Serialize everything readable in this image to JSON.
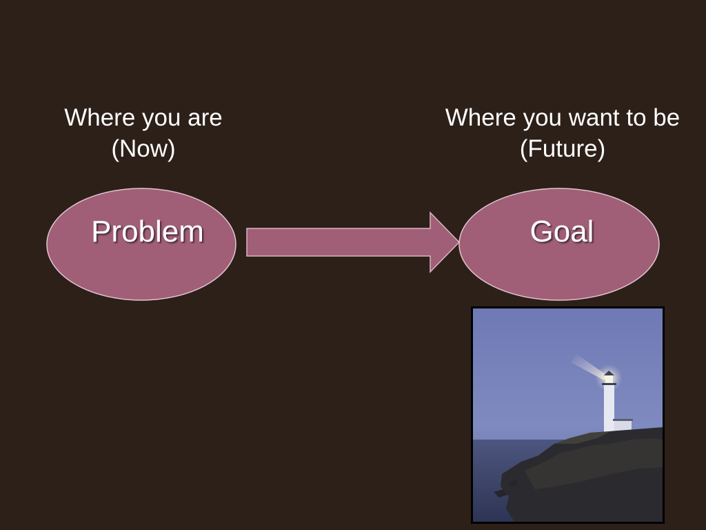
{
  "now": {
    "line1": "Where you are",
    "line2": "(Now)"
  },
  "future": {
    "line1": "Where you want to be",
    "line2": "(Future)"
  },
  "nodes": {
    "problem": "Problem",
    "goal": "Goal"
  },
  "colors": {
    "background": "#2c2019",
    "node_fill": "#a05f77",
    "node_stroke": "#e2c6d0",
    "text": "#ffffff"
  },
  "image": {
    "subject": "lighthouse-on-cliff-at-dusk"
  }
}
